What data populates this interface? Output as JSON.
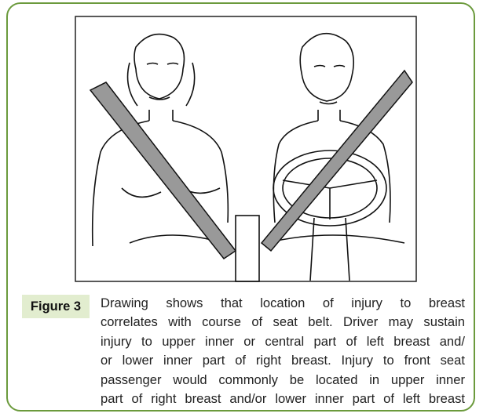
{
  "figure": {
    "label": "Figure 3",
    "caption_lines": [
      "Drawing shows that location of injury to breast",
      "correlates with course of seat belt. Driver may sustain",
      "injury to upper inner or central part of left breast and/",
      "or lower inner part of right breast. Injury to front seat",
      "passenger would commonly be located in upper inner",
      "part of right breast and/or lower inner part of left breast"
    ],
    "colors": {
      "border": "#6b9a3c",
      "label_bg": "#e2edcf"
    }
  }
}
